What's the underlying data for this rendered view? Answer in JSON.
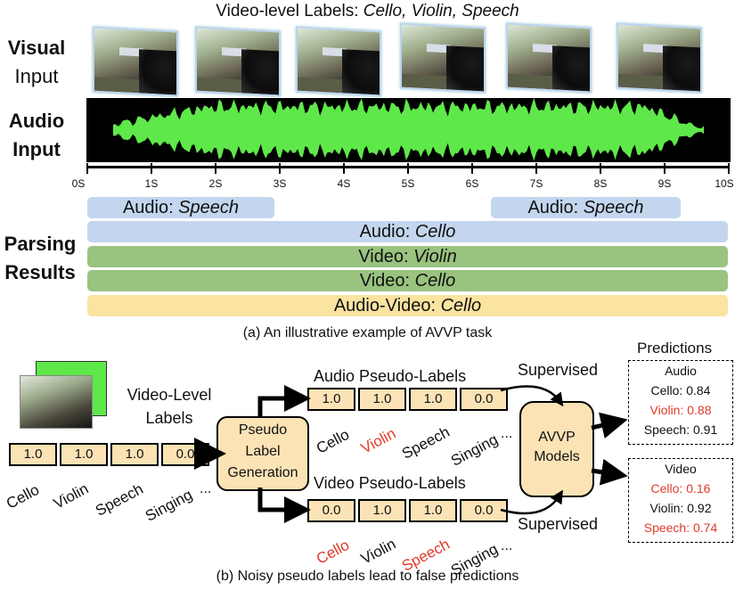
{
  "top": {
    "title_prefix": "Video-level Labels: ",
    "title_labels": "Cello, Violin, Speech",
    "visual_input": [
      "Visual",
      "Input"
    ],
    "audio_input": [
      "Audio",
      "Input"
    ],
    "parsing_results": [
      "Parsing",
      "Results"
    ],
    "ticks": [
      "0S",
      "1S",
      "2S",
      "3S",
      "4S",
      "5S",
      "6S",
      "7S",
      "8S",
      "9S",
      "10S"
    ],
    "bars": [
      {
        "prefix": "Audio: ",
        "label": "Speech",
        "color": "blue"
      },
      {
        "prefix": "Audio: ",
        "label": "Speech",
        "color": "blue"
      },
      {
        "prefix": "Audio: ",
        "label": "Cello",
        "color": "blue"
      },
      {
        "prefix": "Video: ",
        "label": "Violin",
        "color": "green"
      },
      {
        "prefix": "Video: ",
        "label": "Cello",
        "color": "green"
      },
      {
        "prefix": "Audio-Video: ",
        "label": "Cello",
        "color": "yellow"
      }
    ],
    "caption": "(a) An illustrative example of AVVP task"
  },
  "bottom": {
    "video_level_labels": [
      "Video-Level",
      "Labels"
    ],
    "input_values": [
      "1.0",
      "1.0",
      "1.0",
      "0.0"
    ],
    "input_classes": [
      "Cello",
      "Violin",
      "Speech",
      "Singing",
      "..."
    ],
    "pseudo_gen": [
      "Pseudo",
      "Label",
      "Generation"
    ],
    "audio_pseudo_title": "Audio Pseudo-Labels",
    "audio_values": [
      "1.0",
      "1.0",
      "1.0",
      "0.0"
    ],
    "audio_classes": [
      "Cello",
      "Violin",
      "Speech",
      "Singing",
      "..."
    ],
    "video_pseudo_title": "Video Pseudo-Labels",
    "video_values": [
      "0.0",
      "1.0",
      "1.0",
      "0.0"
    ],
    "video_classes": [
      "Cello",
      "Violin",
      "Speech",
      "Singing",
      "..."
    ],
    "supervised_top": "Supervised",
    "supervised_bottom": "Supervised",
    "models": [
      "AVVP",
      "Models"
    ],
    "predictions_title": "Predictions",
    "audio_pred": {
      "title": "Audio",
      "rows": [
        "Cello: 0.84",
        "Violin: 0.88",
        "Speech: 0.91"
      ]
    },
    "video_pred": {
      "title": "Video",
      "rows": [
        "Cello: 0.16",
        "Violin: 0.92",
        "Speech: 0.74"
      ]
    },
    "caption": "(b) Noisy pseudo labels lead to false predictions"
  },
  "colors": {
    "red": "#e03a2a",
    "blue": "#c3d6ee",
    "green": "#99c37f",
    "yellow": "#fbe3a0",
    "cell": "#fbe3b6",
    "wave": "#5fe84a"
  }
}
